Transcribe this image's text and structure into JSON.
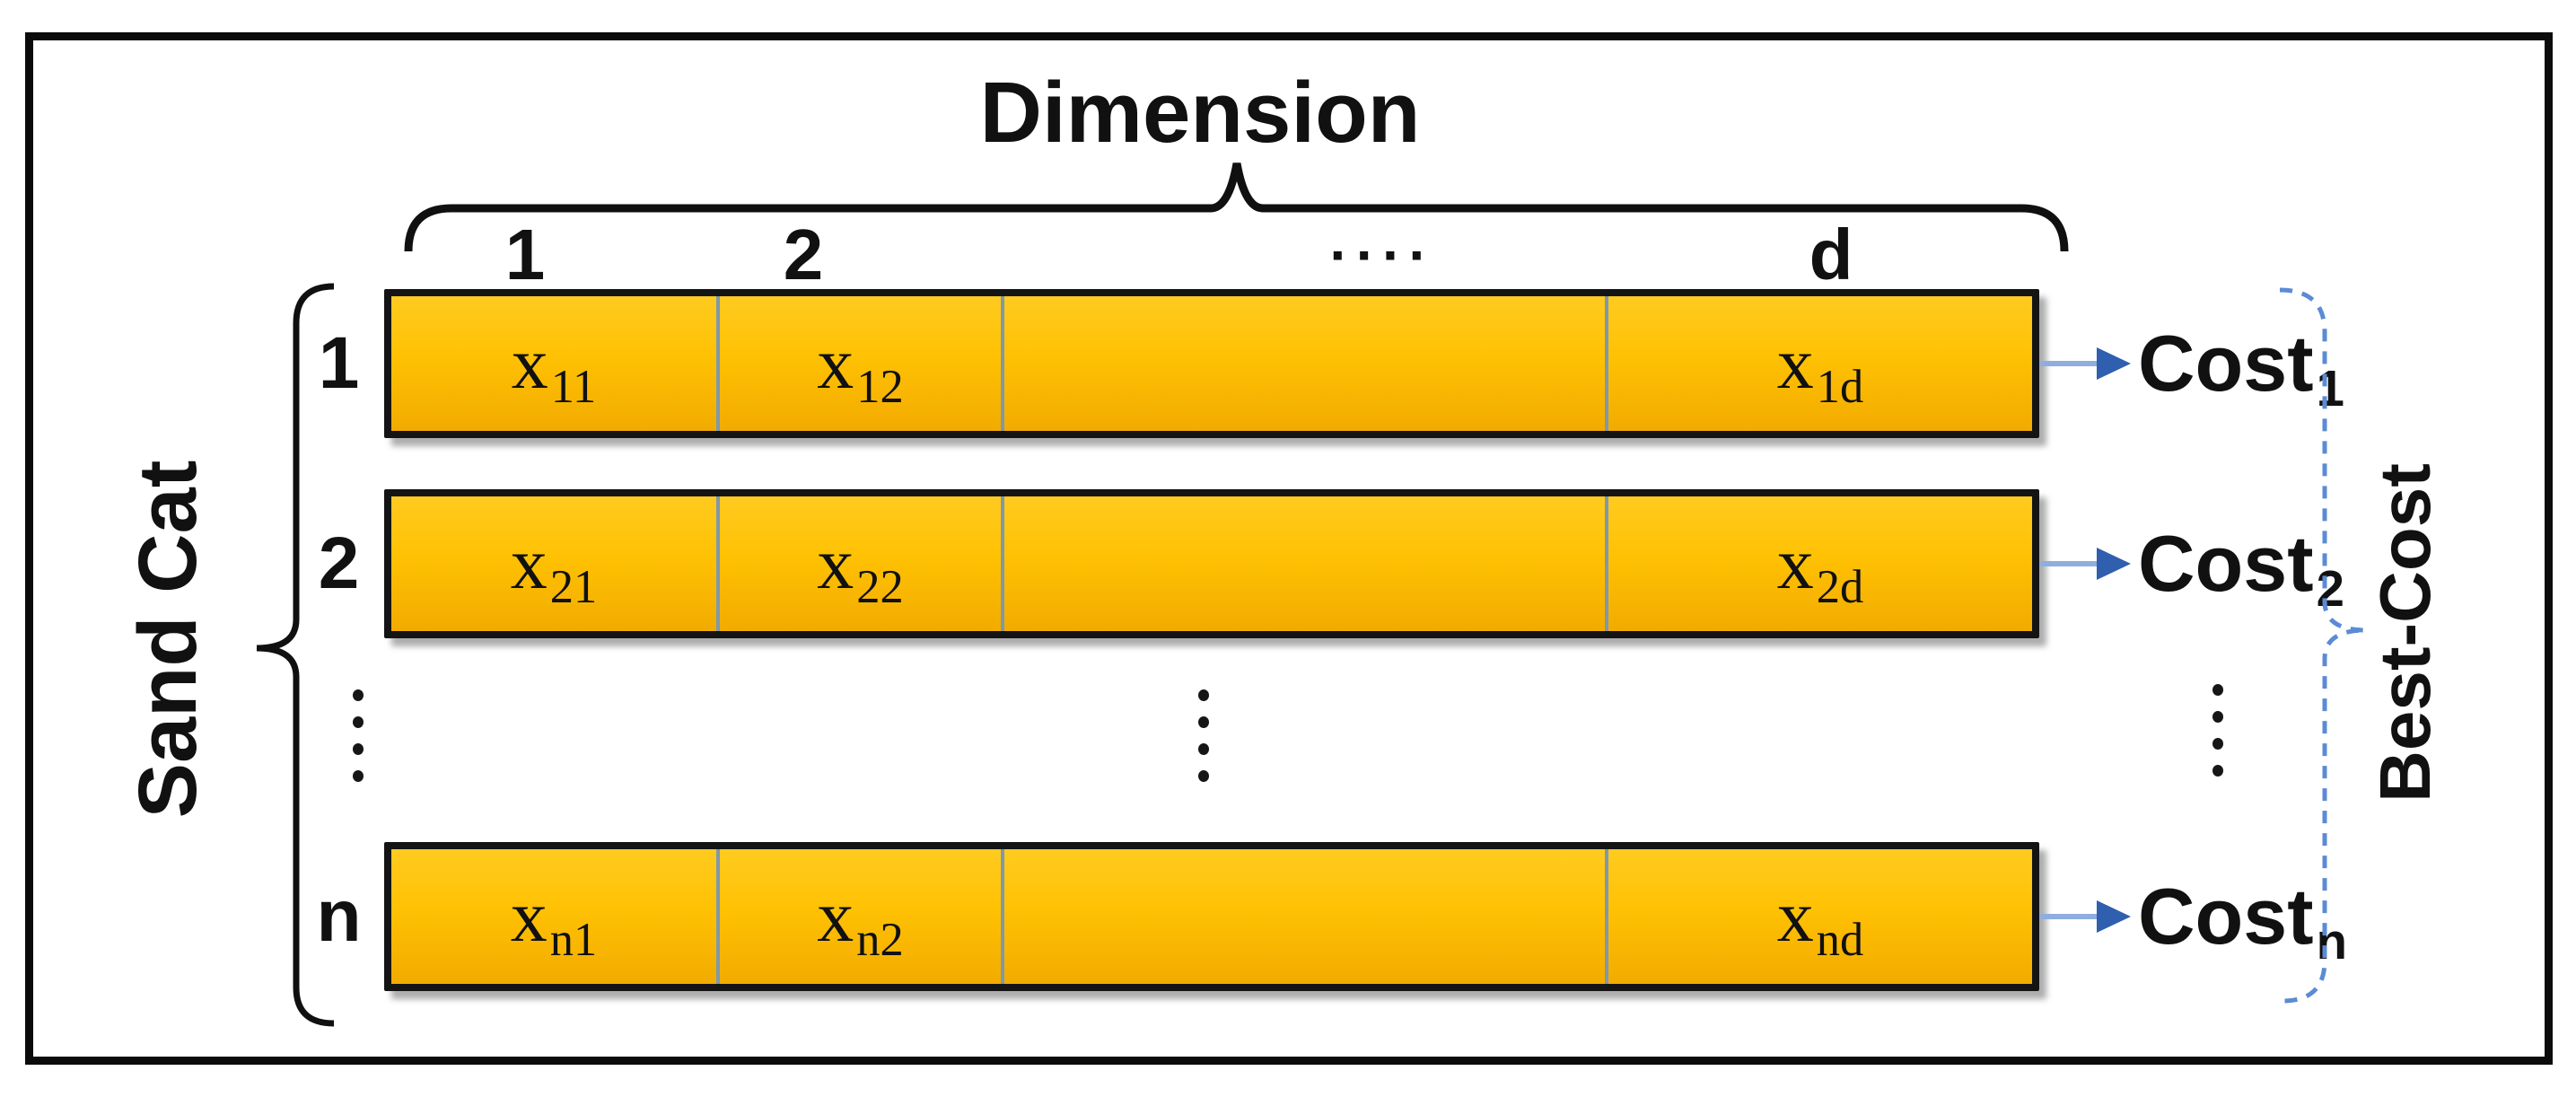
{
  "figure": {
    "title": "Dimension",
    "left_axis_label": "Sand Cat",
    "right_axis_label": "Best-Cost",
    "ellipsis_marker": "⋮",
    "column_headers": {
      "c1": "1",
      "c2": "2",
      "ellipsis": "····",
      "cd": "d"
    },
    "row_headers": [
      "1",
      "2",
      "⋮",
      "n"
    ],
    "rows": [
      {
        "index": "1",
        "cells": {
          "c1": {
            "base": "x",
            "sub": "11"
          },
          "c2": {
            "base": "x",
            "sub": "12"
          },
          "cd": {
            "base": "x",
            "sub": "1d"
          }
        },
        "cost": {
          "base": "Cost",
          "sub": "1"
        }
      },
      {
        "index": "2",
        "cells": {
          "c1": {
            "base": "x",
            "sub": "21"
          },
          "c2": {
            "base": "x",
            "sub": "22"
          },
          "cd": {
            "base": "x",
            "sub": "2d"
          }
        },
        "cost": {
          "base": "Cost",
          "sub": "2"
        }
      },
      {
        "index": "n",
        "cells": {
          "c1": {
            "base": "x",
            "sub": "n1"
          },
          "c2": {
            "base": "x",
            "sub": "n2"
          },
          "cd": {
            "base": "x",
            "sub": "nd"
          }
        },
        "cost": {
          "base": "Cost",
          "sub": "n"
        }
      }
    ],
    "colors": {
      "bar_top": "#FFCB20",
      "bar_mid": "#FFC103",
      "bar_bottom": "#F2AB00",
      "bar_border": "#141414",
      "divider": "#7E99AA",
      "arrow_line": "#8FAEDF",
      "arrow_head": "#2F5FAE",
      "dashed_brace": "#5B8BD5",
      "text": "#111111",
      "frame": "#0B0B0B"
    }
  }
}
